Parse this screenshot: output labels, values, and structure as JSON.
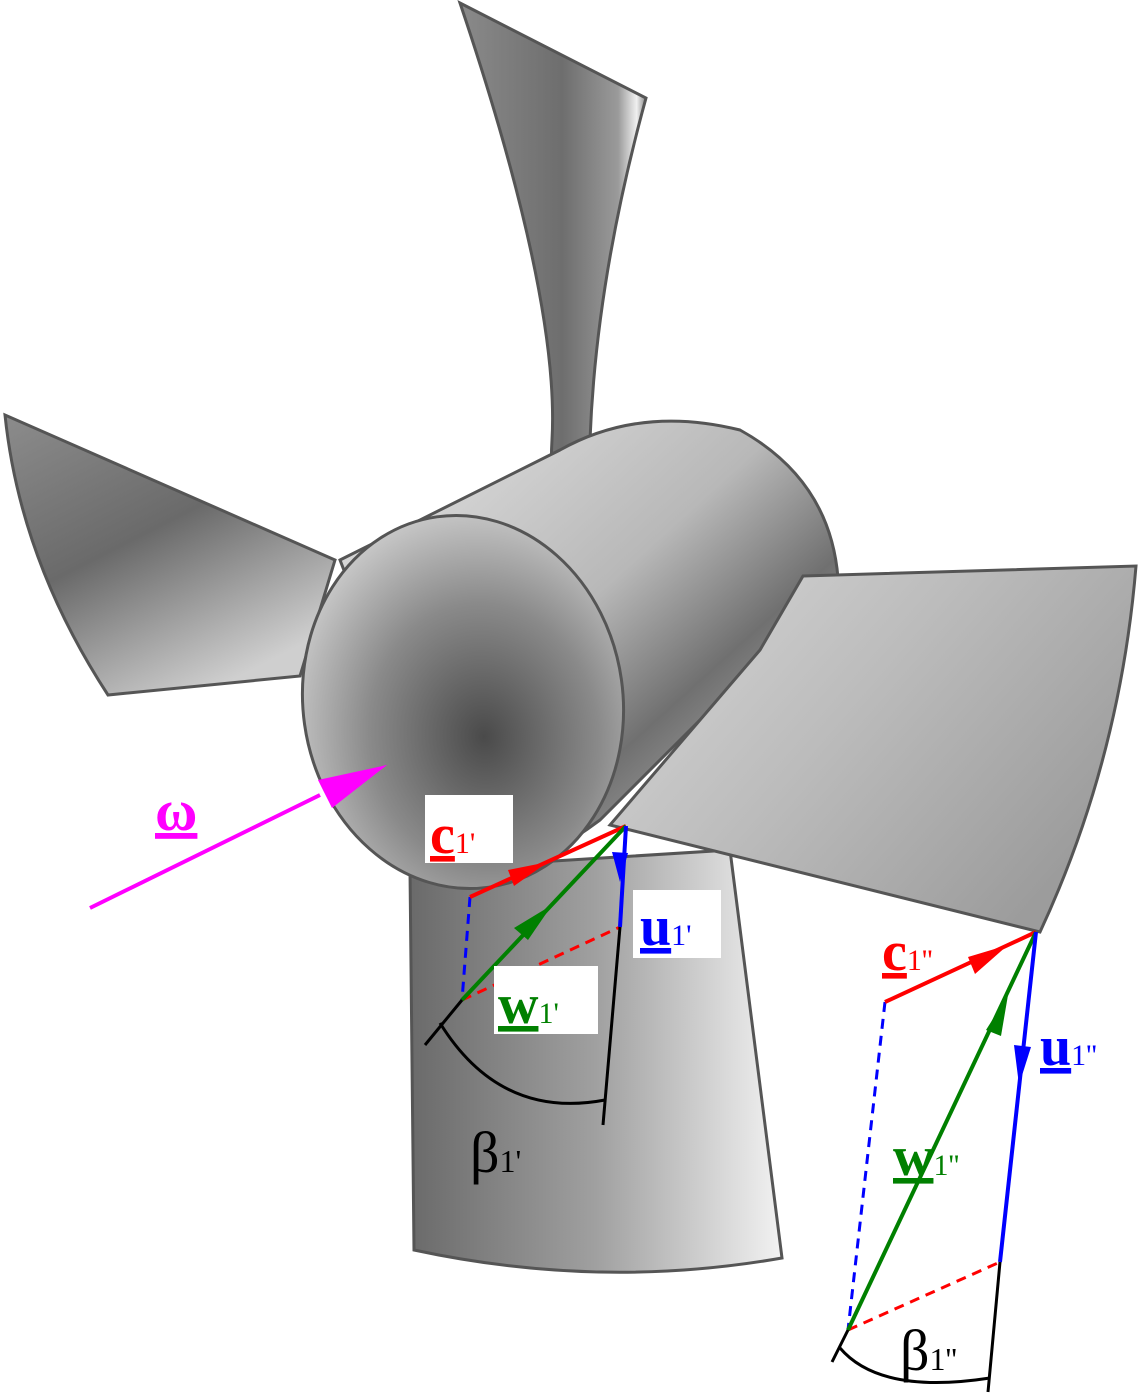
{
  "labels": {
    "omega": "ω",
    "c1p_main": "c",
    "c1p_sub": "1'",
    "u1p_main": "u",
    "u1p_sub": "1'",
    "w1p_main": "w",
    "w1p_sub": "1'",
    "beta1p_main": "β",
    "beta1p_sub": "1'",
    "c1pp_main": "c",
    "c1pp_sub": "1''",
    "u1pp_main": "u",
    "u1pp_sub": "1''",
    "w1pp_main": "w",
    "w1pp_sub": "1''",
    "beta1pp_main": "β",
    "beta1pp_sub": "1''"
  },
  "colors": {
    "absolute_velocity_c": "#ff0000",
    "peripheral_velocity_u": "#0000ff",
    "relative_velocity_w": "#008000",
    "angular_velocity_omega": "#ff00ff",
    "angle_beta": "#000000",
    "propeller_outline": "#555555"
  }
}
